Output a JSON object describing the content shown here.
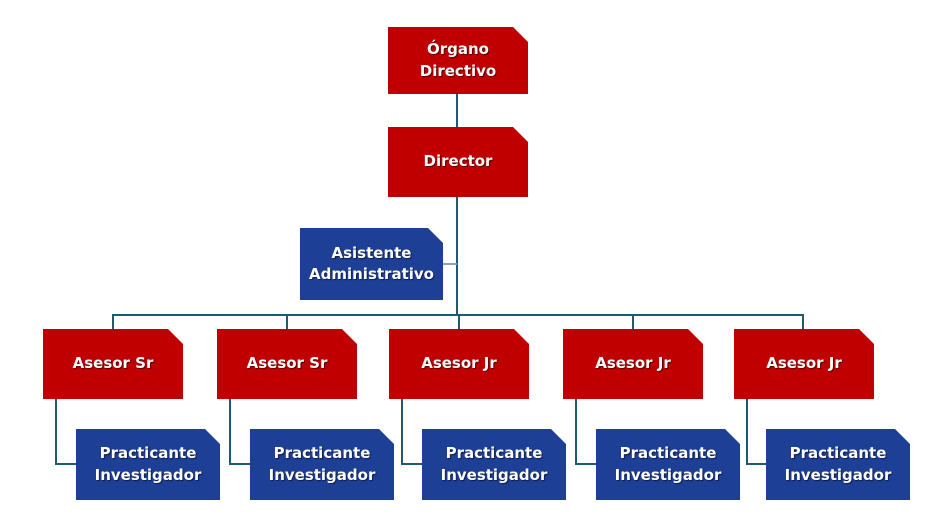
{
  "colors": {
    "primary_red": "#C00000",
    "primary_blue": "#1E3F96",
    "connector": "#1E5A72",
    "connector_light": "#86A9BA",
    "text": "#FFFFFF",
    "background": "#FFFFFF"
  },
  "nodes": {
    "organo": {
      "label": "Órgano\nDirectivo"
    },
    "director": {
      "label": "Director"
    },
    "asistente": {
      "label": "Asistente\nAdministrativo"
    },
    "asesores": [
      {
        "label": "Asesor Sr"
      },
      {
        "label": "Asesor Sr"
      },
      {
        "label": "Asesor Jr"
      },
      {
        "label": "Asesor Jr"
      },
      {
        "label": "Asesor Jr"
      }
    ],
    "practicantes": [
      {
        "label": "Practicante\nInvestigador"
      },
      {
        "label": "Practicante\nInvestigador"
      },
      {
        "label": "Practicante\nInvestigador"
      },
      {
        "label": "Practicante\nInvestigador"
      },
      {
        "label": "Practicante\nInvestigador"
      }
    ]
  }
}
